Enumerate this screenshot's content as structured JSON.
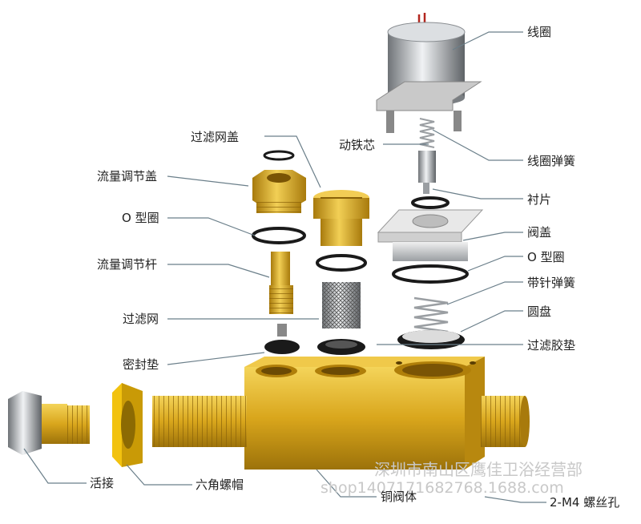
{
  "labels": {
    "coil": "线圈",
    "plunger": "动铁芯",
    "filter_cap": "过滤网盖",
    "flow_cap": "流量调节盖",
    "oring_left": "O 型圈",
    "flow_rod": "流量调节杆",
    "filter_mesh": "过滤网",
    "seal_gasket": "密封垫",
    "coil_spring": "线圈弹簧",
    "liner": "衬片",
    "valve_cap": "阀盖",
    "oring_right": "O 型圈",
    "needle_spring": "带针弹簧",
    "disc": "圆盘",
    "filter_rubber": "过滤胶垫",
    "union": "活接",
    "hex_nut": "六角螺帽",
    "body": "铜阀体",
    "screw_holes": "2-M4 螺丝孔"
  },
  "watermark": {
    "shop_name": "深圳市南山区鹰佳卫浴经营部",
    "shop_url": "shop1407171682768.1688.com"
  },
  "colors": {
    "brass": "#d9a61c",
    "brass_dark": "#a87a0c",
    "steel": "#b8bcc0",
    "rubber": "#1a1a1a",
    "leader": "#6b7f8a"
  }
}
